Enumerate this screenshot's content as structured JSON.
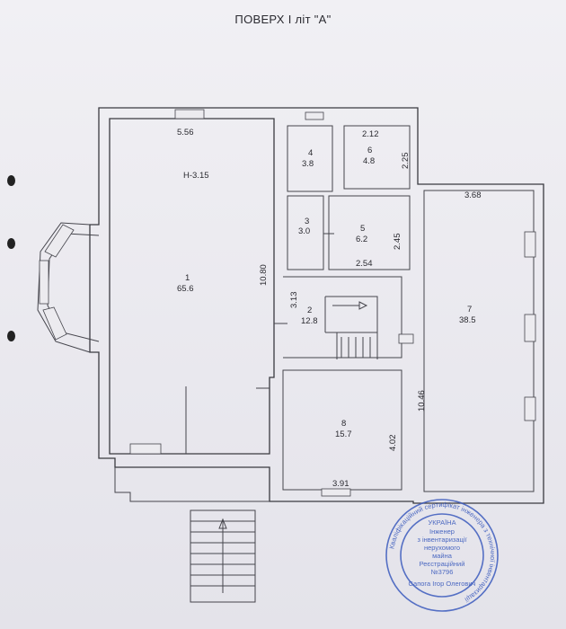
{
  "title": "ПОВЕРХ I літ \"А\"",
  "rooms": [
    {
      "id": "room-1",
      "number": "1",
      "area": "65.6"
    },
    {
      "id": "room-2",
      "number": "2",
      "area": "12.8"
    },
    {
      "id": "room-3",
      "number": "3",
      "area": "3.0"
    },
    {
      "id": "room-4",
      "number": "4",
      "area": "3.8"
    },
    {
      "id": "room-5",
      "number": "5",
      "area": "6.2"
    },
    {
      "id": "room-6",
      "number": "6",
      "area": "4.8"
    },
    {
      "id": "room-7",
      "number": "7",
      "area": "38.5"
    },
    {
      "id": "room-8",
      "number": "8",
      "area": "15.7"
    }
  ],
  "height_label": "Н-3.15",
  "dimensions": [
    "5.56",
    "10.80",
    "2.12",
    "2.25",
    "3.68",
    "2.45",
    "2.54",
    "3.13",
    "10.46",
    "4.02",
    "3.91"
  ],
  "stamp": {
    "country": "УКРАЇНА",
    "lines": [
      "Інженер",
      "з інвентаризації",
      "нерухомого",
      "майна",
      "Реєстраційний",
      "№3796"
    ],
    "name": "Сапога Ігор Олегович",
    "ring_text": "Кваліфікаційний сертифікат інженера з технічної інвентаризації"
  },
  "colors": {
    "ink": "#3a3a40",
    "stamp": "#3b5bbd"
  }
}
